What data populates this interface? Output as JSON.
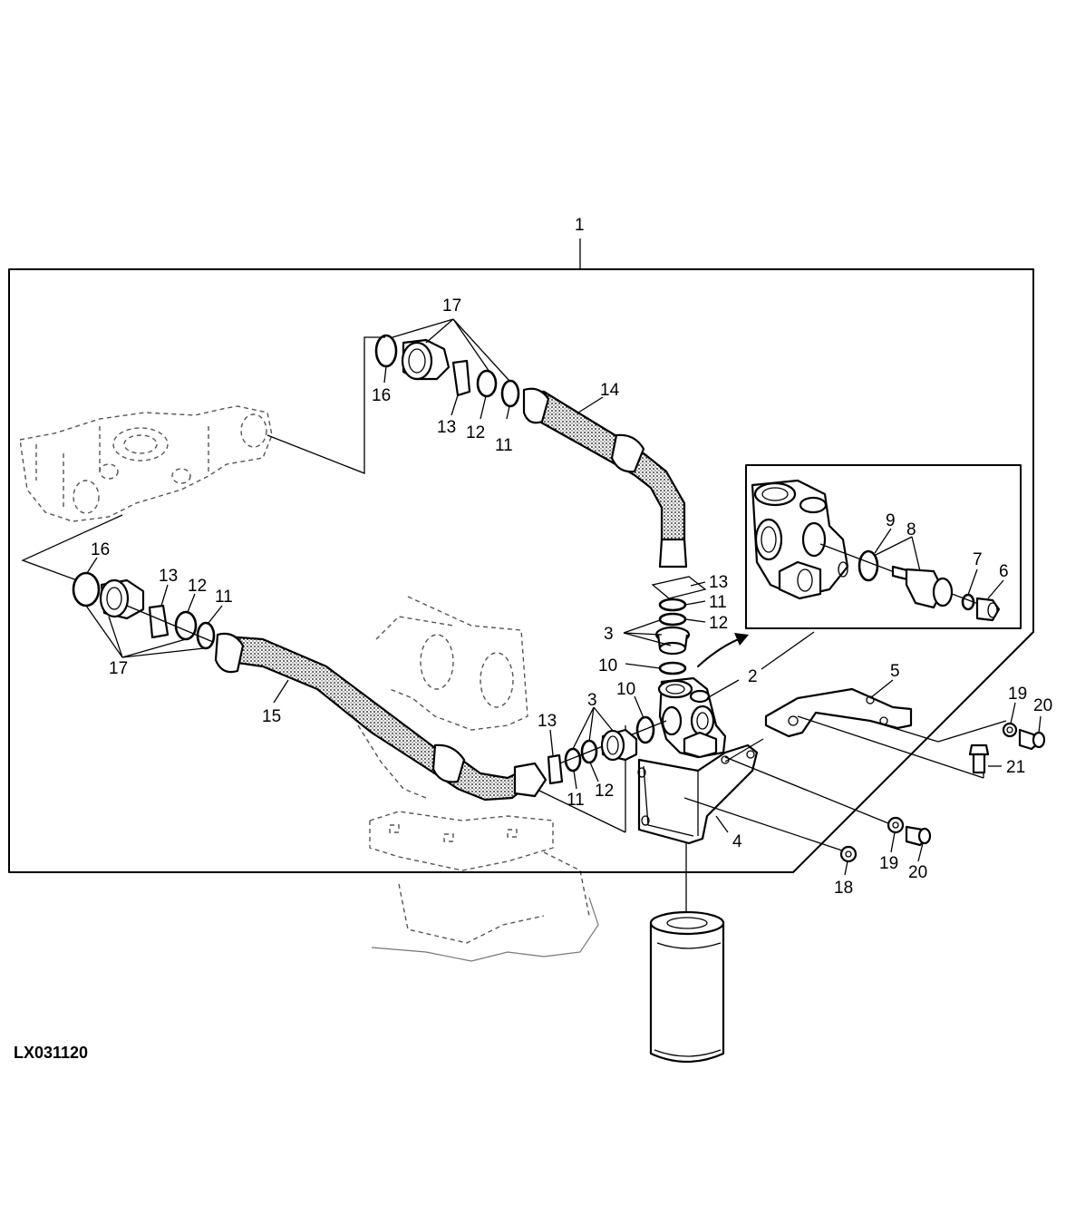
{
  "figure_id": "LX031120",
  "callouts": {
    "c1": "1",
    "c2": "2",
    "c3a": "3",
    "c3b": "3",
    "c4": "4",
    "c5": "5",
    "c6": "6",
    "c7": "7",
    "c8": "8",
    "c9": "9",
    "c10a": "10",
    "c10b": "10",
    "c11a": "11",
    "c11b": "11",
    "c11c": "11",
    "c11d": "11",
    "c12a": "12",
    "c12b": "12",
    "c12c": "12",
    "c12d": "12",
    "c13a": "13",
    "c13b": "13",
    "c13c": "13",
    "c13d": "13",
    "c14": "14",
    "c15": "15",
    "c16a": "16",
    "c16b": "16",
    "c17a": "17",
    "c17b": "17",
    "c18": "18",
    "c19a": "19",
    "c19b": "19",
    "c20a": "20",
    "c20b": "20",
    "c21": "21"
  }
}
